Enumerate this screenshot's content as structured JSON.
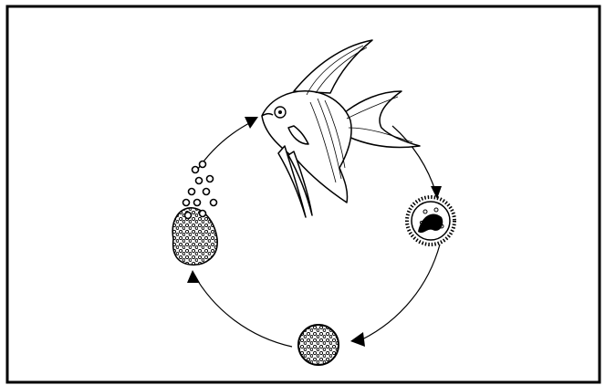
{
  "diagram": {
    "kind": "life-cycle",
    "stages": [
      {
        "id": "adult-fish",
        "icon": "angelfish-icon"
      },
      {
        "id": "parasite-on-fish",
        "icon": "ciliated-parasite-icon"
      },
      {
        "id": "tomont-cyst",
        "icon": "cyst-icon"
      },
      {
        "id": "cyst-releasing-tomites",
        "icon": "dividing-cyst-icon"
      }
    ],
    "direction": "clockwise",
    "colors": {
      "ink": "#000000",
      "background": "#ffffff",
      "frame": "#000000"
    }
  }
}
